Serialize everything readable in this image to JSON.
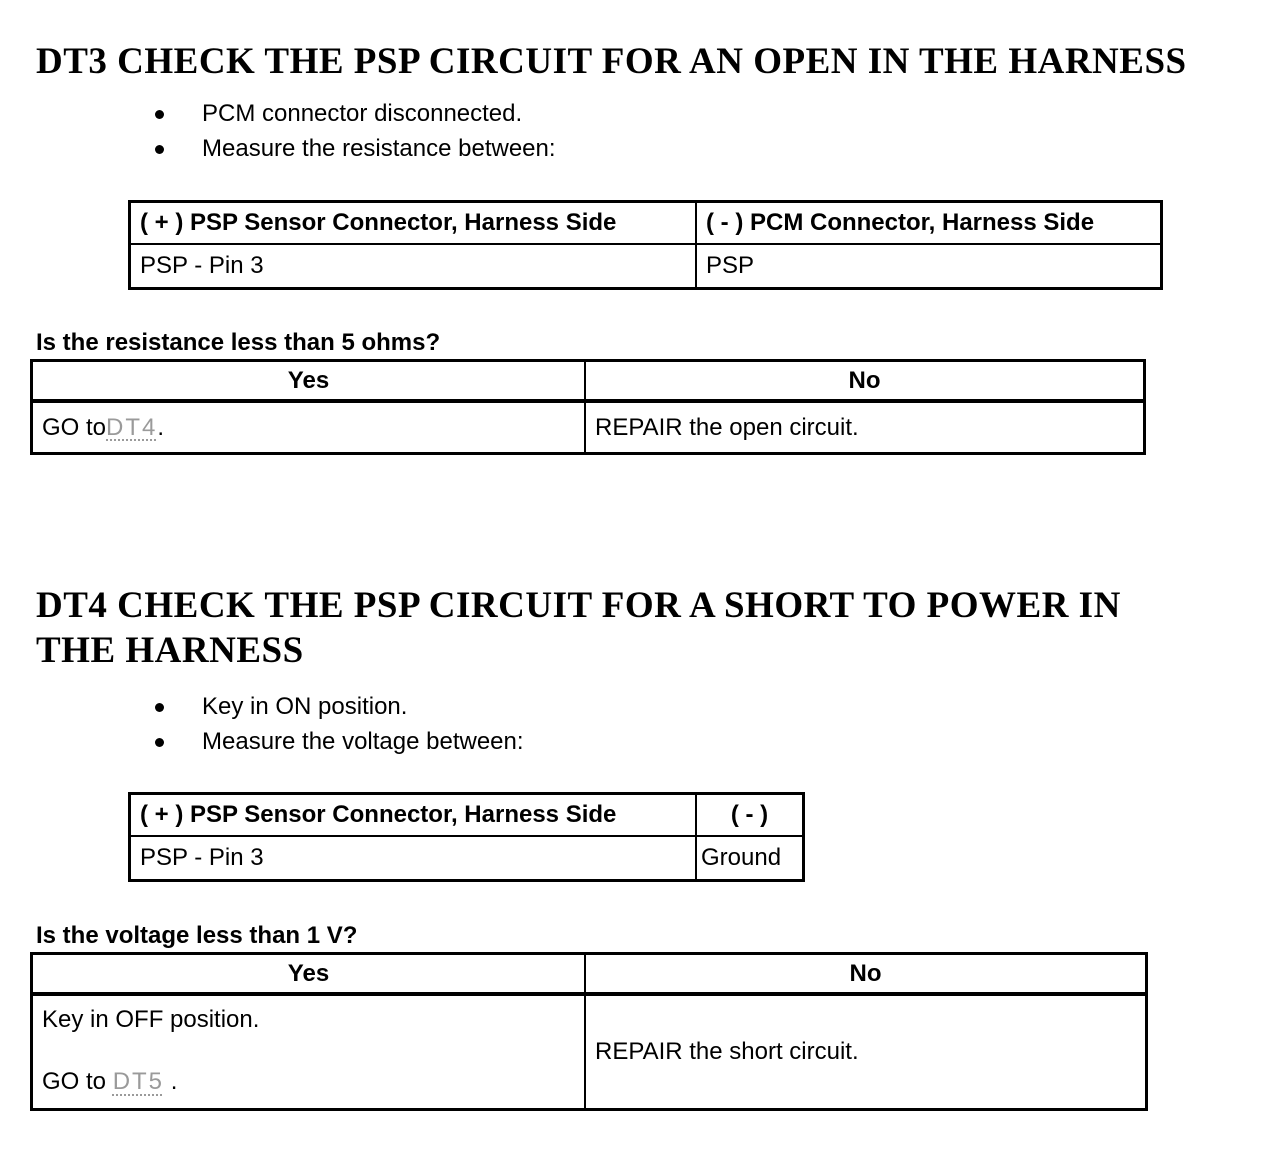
{
  "dt3": {
    "title": "DT3 CHECK THE PSP CIRCUIT FOR AN OPEN IN THE HARNESS",
    "bullets": [
      "PCM connector disconnected.",
      "Measure the resistance between:"
    ],
    "measure_table": {
      "col1_header": "( + ) PSP Sensor Connector, Harness Side",
      "col2_header": "( - ) PCM Connector, Harness Side",
      "col1_value": "PSP - Pin 3",
      "col2_value": "PSP"
    },
    "question": "Is the resistance less than 5 ohms?",
    "decision_table": {
      "yes_header": "Yes",
      "no_header": "No",
      "yes_prefix": "GO to ",
      "yes_link": "DT4",
      "yes_suffix": " .",
      "no_text": "REPAIR the open circuit."
    }
  },
  "dt4": {
    "title": "DT4 CHECK THE PSP CIRCUIT FOR A SHORT TO POWER IN THE HARNESS",
    "bullets": [
      "Key in ON position.",
      "Measure the voltage between:"
    ],
    "measure_table": {
      "col1_header": "( + ) PSP Sensor Connector, Harness Side",
      "col2_header": "( - )",
      "col1_value": "PSP - Pin 3",
      "col2_value": "Ground"
    },
    "question": "Is the voltage less than 1 V?",
    "decision_table": {
      "yes_header": "Yes",
      "no_header": "No",
      "yes_line1": "Key in OFF position.",
      "yes_prefix": "GO to ",
      "yes_link": "DT5",
      "yes_suffix": " .",
      "no_text": "REPAIR the short circuit."
    }
  }
}
